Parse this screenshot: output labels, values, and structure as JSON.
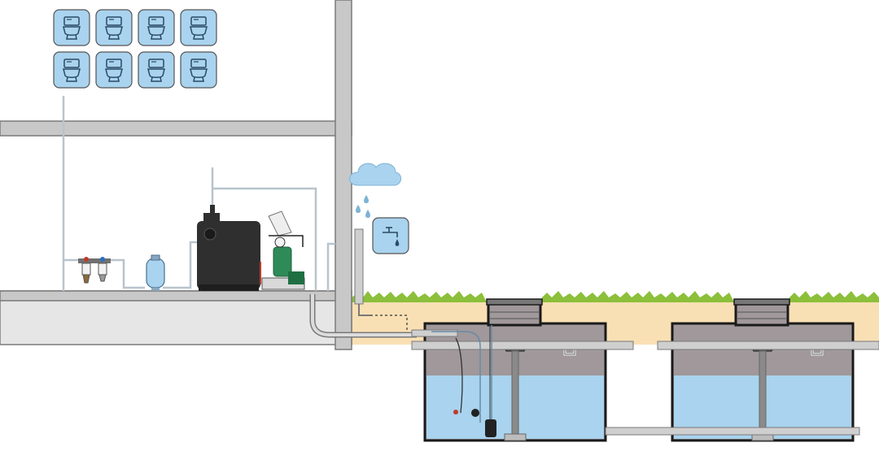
{
  "diagram": {
    "kind": "rainwater-harvesting-system",
    "toilet_count": 8,
    "tank_count": 2,
    "icons": [
      "toilet-icon",
      "cloud-icon",
      "rain-drop-icon",
      "tap-icon",
      "filter-icon",
      "pressure-vessel-icon",
      "pump-icon"
    ],
    "colors": {
      "icon_fill": "#a9d3ee",
      "water": "#a9d3ee",
      "tank_wall": "#1a1a1a",
      "tank_air": "#a0989a",
      "wall": "#c8c8c8",
      "pipe": "#b8c4ce",
      "soil": "#f9e0b4",
      "grass": "#8cbf3a",
      "control_unit": "#2f2f2f",
      "pump": "#2e8b57"
    }
  }
}
